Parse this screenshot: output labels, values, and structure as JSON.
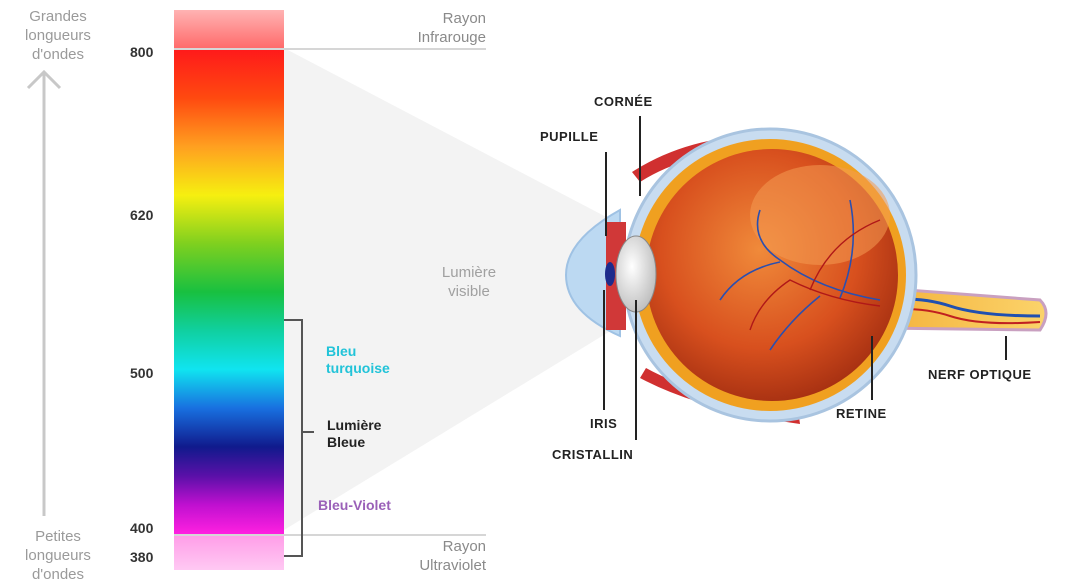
{
  "left_axis": {
    "top_label": "Grandes\nlongueurs\nd'ondes",
    "bottom_label": "Petites\nlongueurs\nd'ondes"
  },
  "ticks": [
    "800",
    "620",
    "500",
    "400",
    "380"
  ],
  "rays": {
    "infrared": "Rayon\nInfrarouge",
    "ultraviolet": "Rayon\nUltraviolet"
  },
  "visible_label": "Lumière\nvisible",
  "bands": {
    "turquoise": "Bleu\nturquoise",
    "blue": "Lumière\nBleue",
    "violet": "Bleu-Violet"
  },
  "band_colors": {
    "turquoise": "#21c3d8",
    "blue": "#222222",
    "violet": "#9a60b8"
  },
  "eye_labels": {
    "cornea": "CORNÉE",
    "pupil": "PUPILLE",
    "iris": "IRIS",
    "lens": "CRISTALLIN",
    "retina": "RETINE",
    "optic_nerve": "NERF OPTIQUE"
  }
}
